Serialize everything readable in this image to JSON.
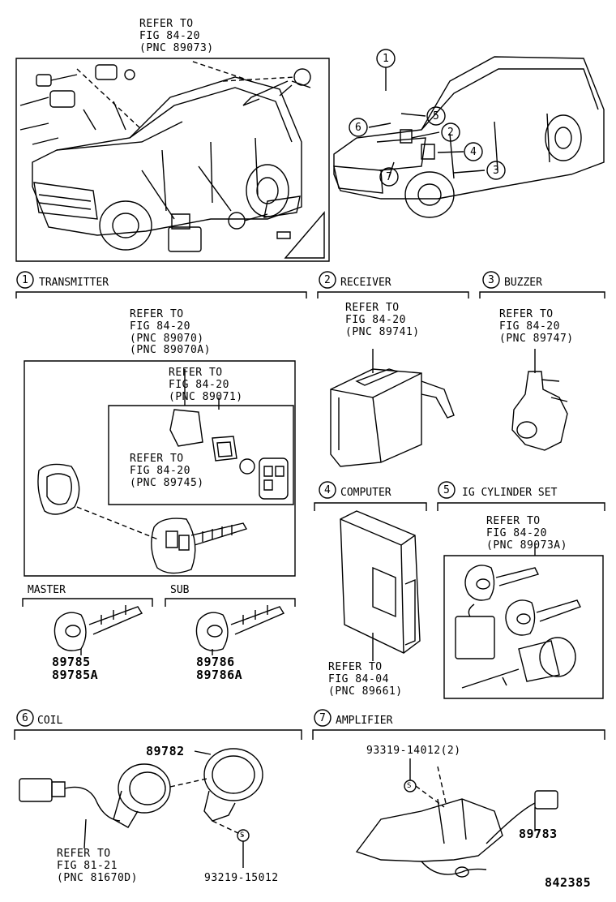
{
  "overview": {
    "refer_line1": "REFER TO",
    "refer_line2": "FIG 84-20",
    "refer_line3": "(PNC 89073)",
    "callouts": [
      "1",
      "2",
      "3",
      "4",
      "5",
      "6",
      "7"
    ]
  },
  "sections": {
    "transmitter": {
      "num": "1",
      "title": "TRANSMITTER",
      "ref_a": [
        "REFER TO",
        "FIG 84-20",
        "(PNC 89070)",
        "(PNC 89070A)"
      ],
      "ref_b": [
        "REFER TO",
        "FIG 84-20",
        "(PNC 89071)"
      ],
      "ref_c": [
        "REFER TO",
        "FIG 84-20",
        "(PNC 89745)"
      ]
    },
    "receiver": {
      "num": "2",
      "title": "RECEIVER",
      "ref": [
        "REFER TO",
        "FIG 84-20",
        "(PNC 89741)"
      ]
    },
    "buzzer": {
      "num": "3",
      "title": "BUZZER",
      "ref": [
        "REFER TO",
        "FIG 84-20",
        "(PNC 89747)"
      ]
    },
    "computer": {
      "num": "4",
      "title": "COMPUTER",
      "ref": [
        "REFER TO",
        "FIG 84-04",
        "(PNC 89661)"
      ]
    },
    "ig_cylinder": {
      "num": "5",
      "title": "IG CYLINDER SET",
      "ref": [
        "REFER TO",
        "FIG 84-20",
        "(PNC 89073A)"
      ]
    },
    "master": {
      "title": "MASTER",
      "parts": [
        "89785",
        "89785A"
      ]
    },
    "sub": {
      "title": "SUB",
      "parts": [
        "89786",
        "89786A"
      ]
    },
    "coil": {
      "num": "6",
      "title": "COIL",
      "part_top": "89782",
      "part_screw": "93219-15012",
      "ref": [
        "REFER TO",
        "FIG 81-21",
        "(PNC 81670D)"
      ]
    },
    "amplifier": {
      "num": "7",
      "title": "AMPLIFIER",
      "part_screw": "93319-14012(2)",
      "part_main": "89783"
    }
  },
  "drawing_number": "842385"
}
